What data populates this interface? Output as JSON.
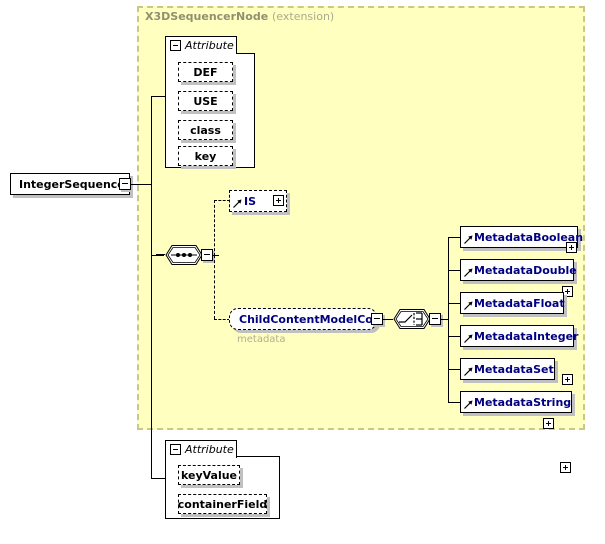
{
  "diagram": {
    "type": "xml-schema-diagram",
    "root_element": {
      "name": "IntegerSequencer",
      "handle": "minus"
    },
    "extension_region": {
      "base_type": "X3DSequencerNode",
      "kind": "(extension)",
      "background_color": "#ffffc0",
      "border_color": "#c8c888"
    },
    "attribute_groups": [
      {
        "id": "top-attributes",
        "tab_label": "Attribute",
        "tab_toggle": "minus",
        "items": [
          {
            "label": "DEF"
          },
          {
            "label": "USE"
          },
          {
            "label": "class"
          },
          {
            "label": "key"
          }
        ]
      },
      {
        "id": "bottom-attributes",
        "tab_label": "Attribute",
        "tab_toggle": "minus",
        "items": [
          {
            "label": "keyValue"
          },
          {
            "label": "containerField"
          }
        ]
      }
    ],
    "compositors": [
      {
        "id": "sequence",
        "kind": "sequence",
        "handle": "minus"
      },
      {
        "id": "choice",
        "kind": "choice",
        "handle": "minus"
      }
    ],
    "content_elements": [
      {
        "name": "IS",
        "style": "dashed",
        "handle": "plus",
        "reference": true
      },
      {
        "name": "ChildContentModelCore",
        "style": "dashed-rounded",
        "handle": "minus",
        "caption": "metadata"
      }
    ],
    "metadata_elements": [
      {
        "name": "MetadataBoolean",
        "handle": "plus",
        "reference": true
      },
      {
        "name": "MetadataDouble",
        "handle": "plus",
        "reference": true
      },
      {
        "name": "MetadataFloat",
        "handle": "plus",
        "reference": true
      },
      {
        "name": "MetadataInteger",
        "handle": "plus",
        "reference": true
      },
      {
        "name": "MetadataSet",
        "handle": "plus",
        "reference": true
      },
      {
        "name": "MetadataString",
        "handle": "plus",
        "reference": true
      }
    ],
    "colors": {
      "element_name": "#000080",
      "root_name": "#000000",
      "region_fill": "#ffffc0",
      "region_border": "#c8c888",
      "header_text": "#909070",
      "caption_text": "#b0b090",
      "shadow": "#c0c0c0",
      "line": "#000000"
    }
  }
}
